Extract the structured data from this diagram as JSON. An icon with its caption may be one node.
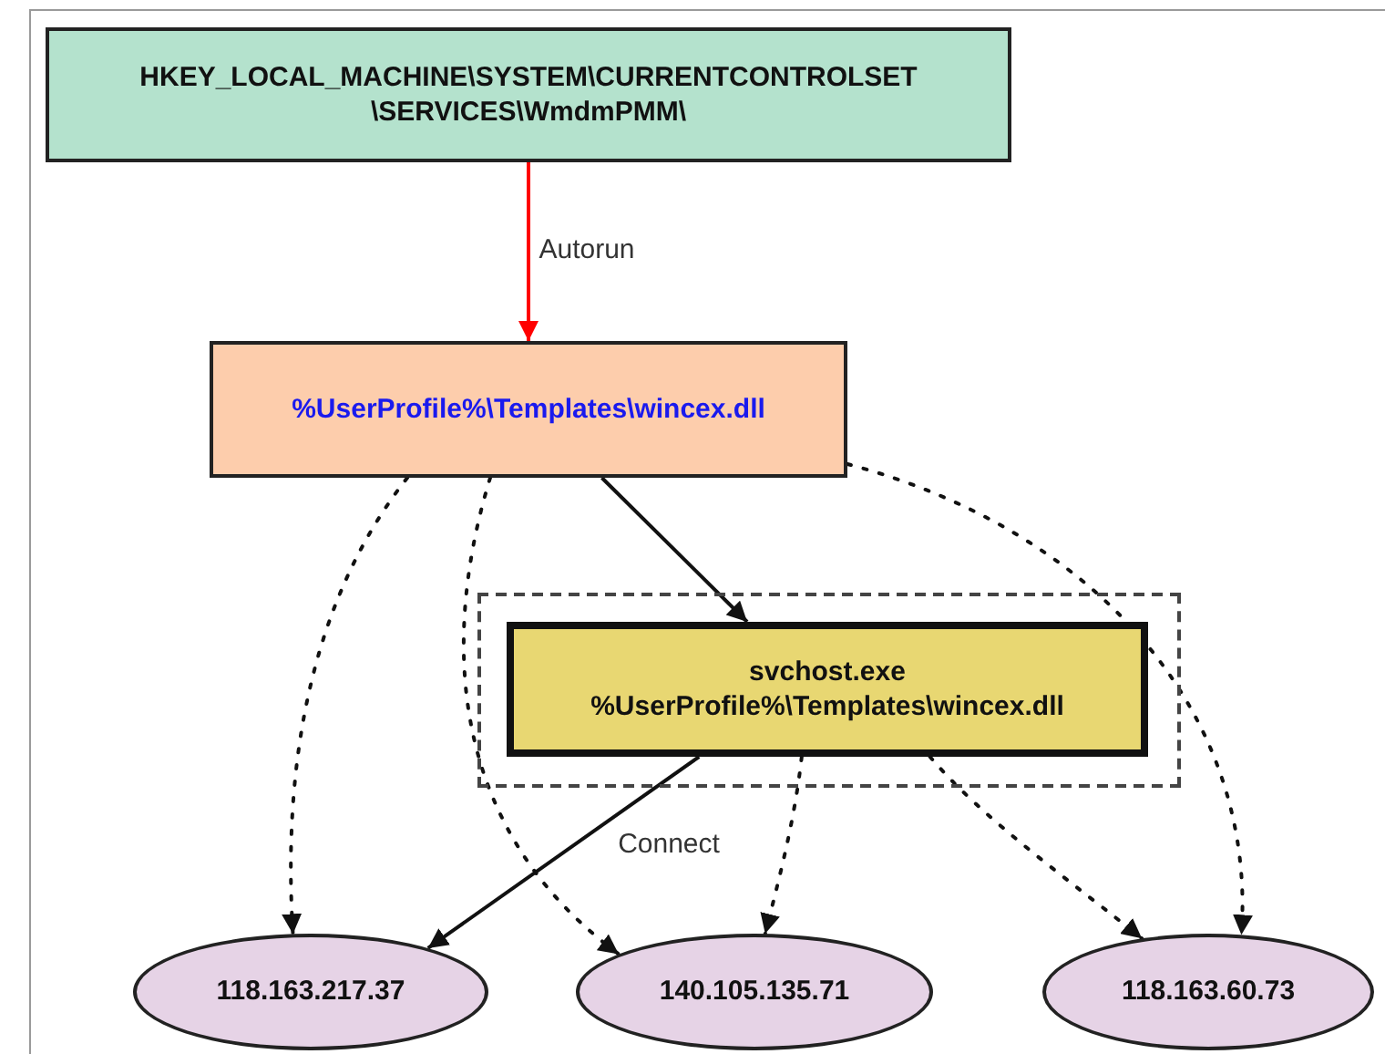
{
  "diagram": {
    "nodes": [
      {
        "text": [
          "HKEY_LOCAL_MACHINE\\SYSTEM\\CURRENTCONTROLSET \\SERVICES\\WmdmPMM\\"
        ]
      },
      {
        "text": [
          "%UserProfile%\\Templates\\wincex.dll"
        ]
      },
      {
        "text": [],
        "shape": "box"
      },
      {
        "text": [
          "svchost.exe %UserProfile%\\Templates\\wincex.dll"
        ],
        "in": 2
      },
      {
        "text": [
          "118.163.217.37"
        ]
      },
      {
        "text": [
          "140.105.135.71"
        ]
      },
      {
        "text": [
          "118.163.60.73"
        ]
      }
    ],
    "edges": [
      {
        "from": 0,
        "to": 1,
        "arrow": "to",
        "label": "Autorun",
        "color": "#ff0000"
      },
      {
        "from": 1,
        "to": 3,
        "arrow": "to"
      },
      {
        "from": 1,
        "to": 4,
        "arrow": "to",
        "style": "dashed"
      },
      {
        "from": 1,
        "to": 5,
        "arrow": "to",
        "style": "dashed"
      },
      {
        "from": 1,
        "to": 6,
        "arrow": "to",
        "style": "dashed"
      },
      {
        "from": 3,
        "to": 4,
        "arrow": "to",
        "label": "Connect"
      },
      {
        "from": 3,
        "to": 5,
        "arrow": "to",
        "style": "dashed"
      },
      {
        "from": 3,
        "to": 6,
        "arrow": "to",
        "style": "dashed"
      }
    ]
  }
}
